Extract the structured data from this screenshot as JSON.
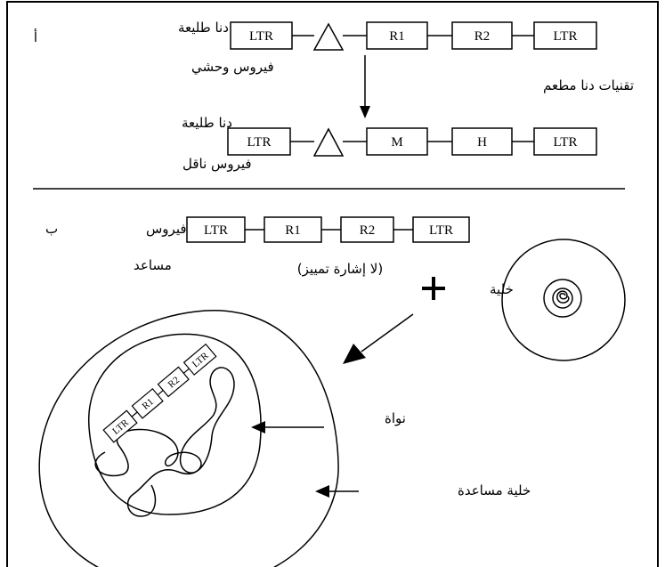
{
  "panel_a": {
    "letter": "أ",
    "wild_label_line1": "دنا طليعة",
    "wild_label_line2": "فيروس وحشي",
    "wild_boxes": [
      "LTR",
      "R1",
      "R2",
      "LTR"
    ],
    "technique_label": "تقنيات دنا مطعم",
    "vector_label_line1": "دنا طليعة",
    "vector_label_line2": "فيروس ناقل",
    "vector_boxes": [
      "LTR",
      "M",
      "H",
      "LTR"
    ]
  },
  "panel_b": {
    "letter": "ب",
    "helper_label_line1": "دنا فيروس",
    "helper_label_line2": "مساعد",
    "helper_boxes": [
      "LTR",
      "R1",
      "R2",
      "LTR"
    ],
    "no_signal_label": "(لا إشارة تمييز)",
    "cell_label": "خلية",
    "nucleus_label": "نواة",
    "helper_cell_label": "خلية مساعدة",
    "integrated_boxes": [
      "LTR",
      "R1",
      "R2",
      "LTR"
    ]
  }
}
